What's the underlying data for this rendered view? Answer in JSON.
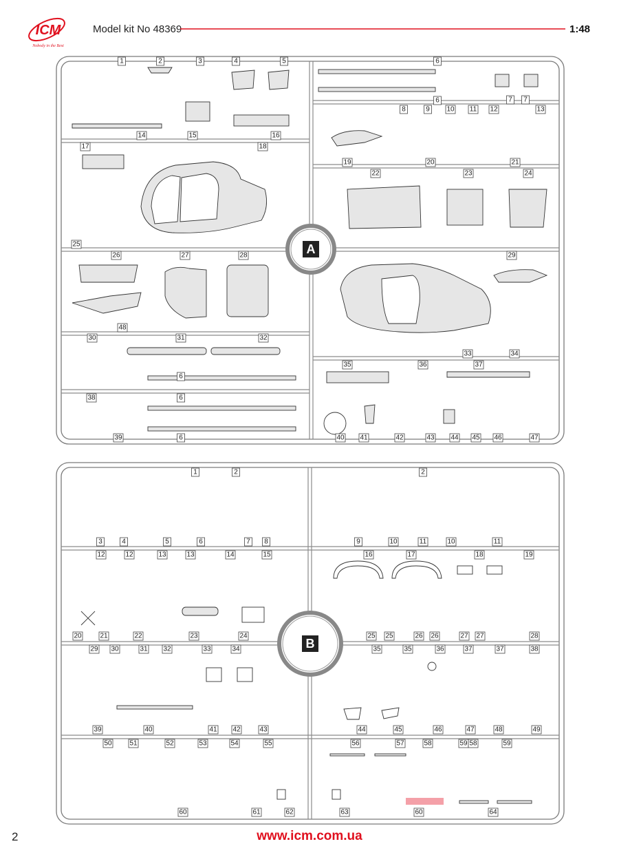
{
  "header": {
    "logo_text": "ICM",
    "logo_slogan": "Nobody in the Best",
    "title": "Model kit No 48369",
    "scale": "1:48",
    "accent_color": "#e0101e"
  },
  "sprue_a": {
    "letter": "A",
    "labels": [
      "1",
      "2",
      "3",
      "4",
      "5",
      "6",
      "14",
      "15",
      "16",
      "17",
      "18",
      "6",
      "8",
      "9",
      "10",
      "11",
      "12",
      "13",
      "7",
      "7",
      "19",
      "20",
      "21",
      "22",
      "23",
      "24",
      "25",
      "26",
      "27",
      "28",
      "29",
      "48",
      "30",
      "31",
      "32",
      "33",
      "34",
      "35",
      "36",
      "37",
      "6",
      "6",
      "38",
      "6",
      "39",
      "40",
      "41",
      "42",
      "43",
      "44",
      "45",
      "46",
      "47"
    ]
  },
  "sprue_b": {
    "letter": "B",
    "labels": [
      "1",
      "2",
      "2",
      "3",
      "4",
      "5",
      "6",
      "7",
      "8",
      "9",
      "10",
      "11",
      "10",
      "11",
      "12",
      "12",
      "13",
      "13",
      "14",
      "15",
      "16",
      "17",
      "18",
      "19",
      "20",
      "21",
      "22",
      "23",
      "24",
      "25",
      "25",
      "26",
      "26",
      "27",
      "27",
      "28",
      "29",
      "30",
      "31",
      "32",
      "33",
      "34",
      "35",
      "35",
      "36",
      "37",
      "37",
      "38",
      "39",
      "40",
      "41",
      "42",
      "43",
      "44",
      "45",
      "46",
      "47",
      "48",
      "49",
      "50",
      "51",
      "52",
      "53",
      "54",
      "55",
      "56",
      "57",
      "58",
      "59",
      "58",
      "59",
      "60",
      "61",
      "62",
      "63",
      "60",
      "64"
    ]
  },
  "footer": {
    "page_number": "2",
    "website": "www.icm.com.ua",
    "highlight_color": "#f4a0a8"
  }
}
